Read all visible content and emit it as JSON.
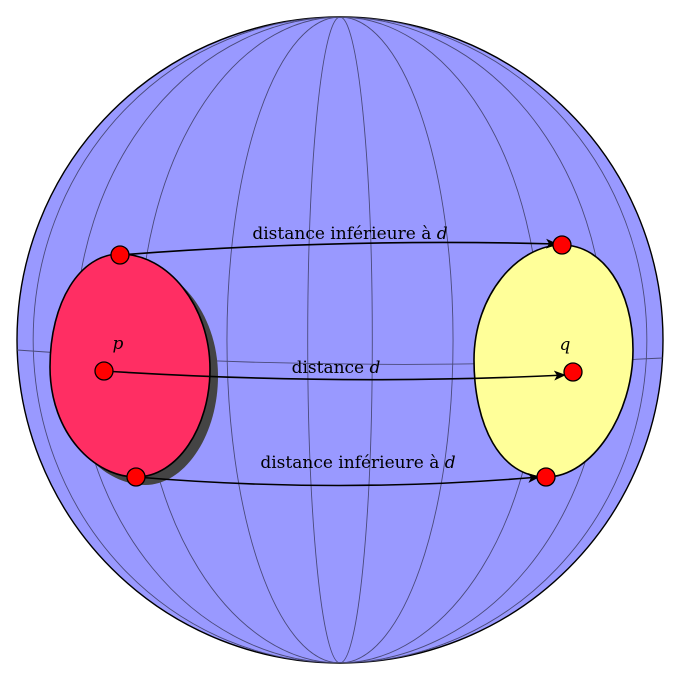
{
  "colors": {
    "sphere_fill": "#9999ff",
    "meridian_stroke": "#4a4a7a",
    "left_region_fill": "#ff2e63",
    "left_shadow_fill": "#444444",
    "right_region_fill": "#ffff99",
    "point_fill": "#ff0000",
    "stroke": "#000000"
  },
  "labels": {
    "point_p": "p",
    "point_q": "q",
    "top_arrow": {
      "text": "distance inférieure à ",
      "var": "d"
    },
    "middle_arrow": {
      "text": "distance ",
      "var": "d"
    },
    "bottom_arrow": {
      "text": "distance inférieure à ",
      "var": "d"
    }
  }
}
